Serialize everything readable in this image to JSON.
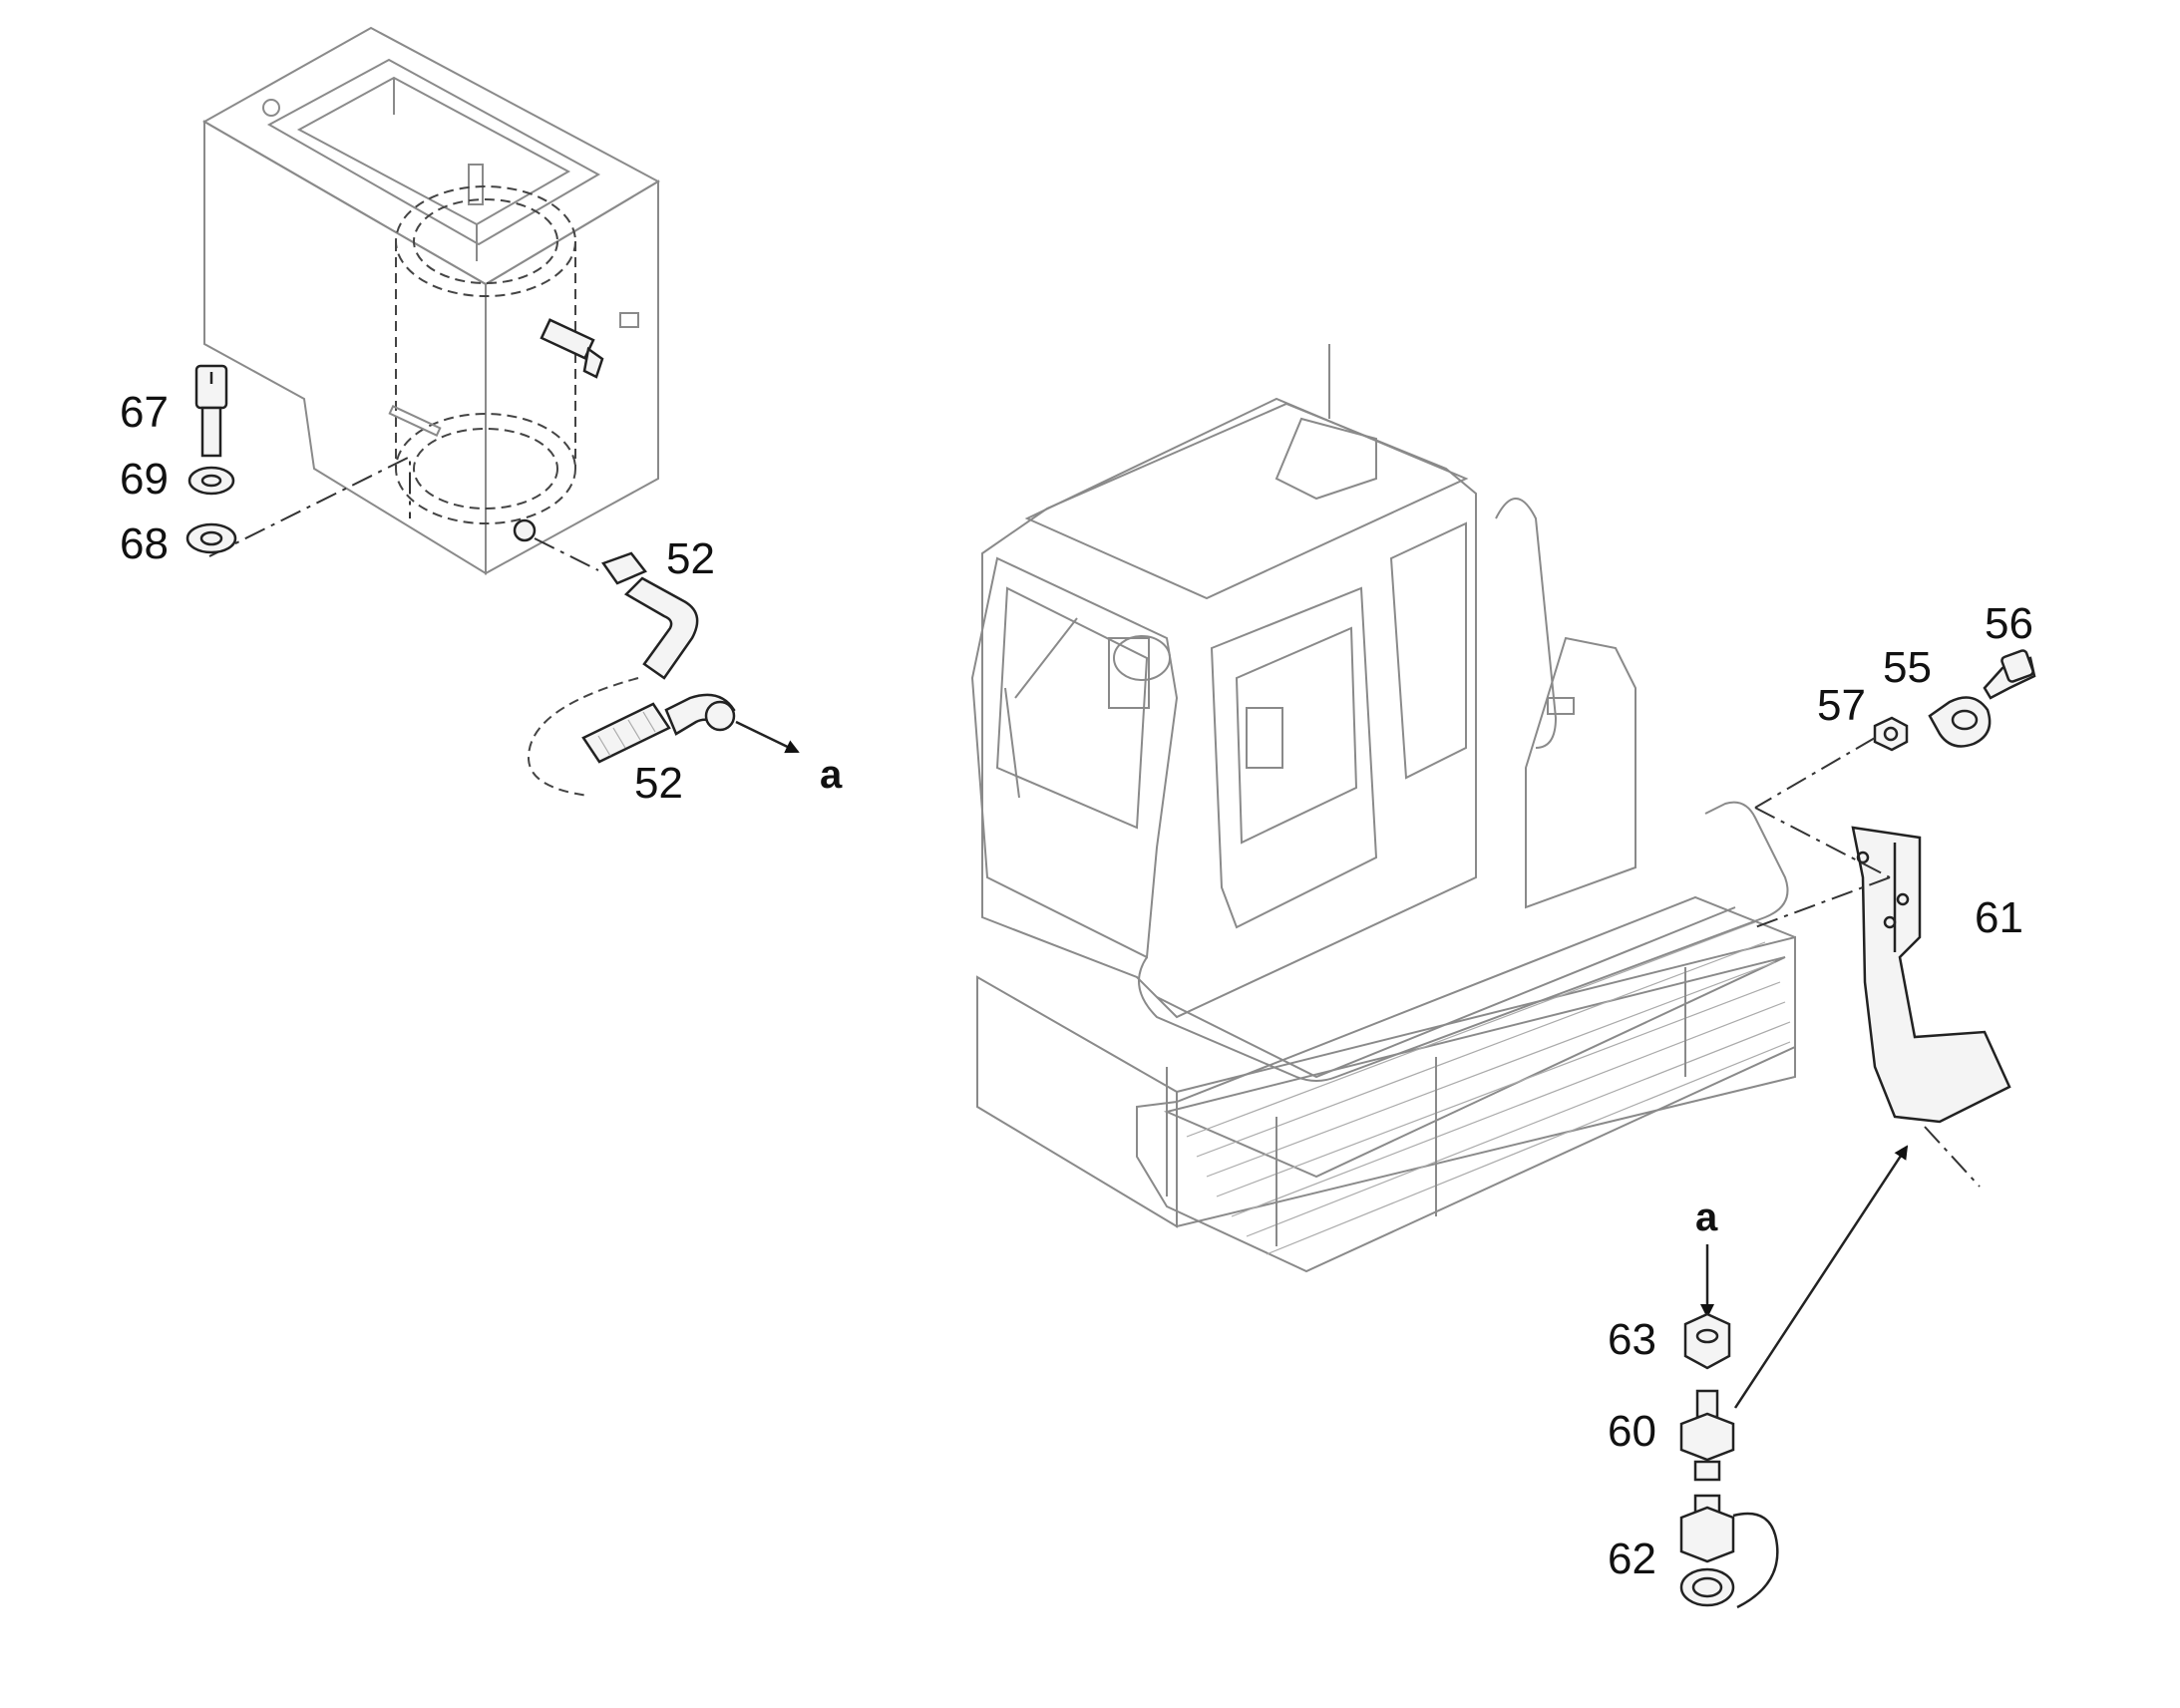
{
  "callouts": {
    "c67": "67",
    "c69": "69",
    "c68": "68",
    "c52a": "52",
    "c52b": "52",
    "c56": "56",
    "c55": "55",
    "c57": "57",
    "c61": "61",
    "c63": "63",
    "c60": "60",
    "c62": "62"
  },
  "references": {
    "ref_a_upper": "a",
    "ref_a_lower": "a"
  }
}
